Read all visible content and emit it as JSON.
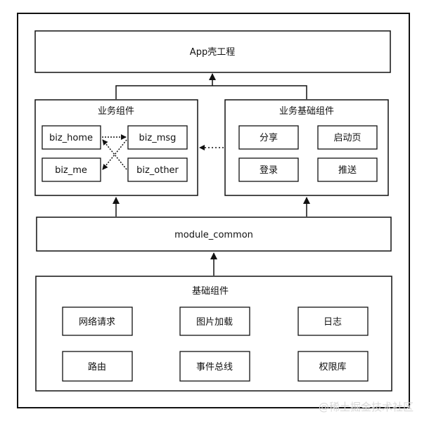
{
  "app_shell": "App壳工程",
  "business_group": {
    "title": "业务组件",
    "items": [
      "biz_home",
      "biz_msg",
      "biz_me",
      "biz_other"
    ]
  },
  "business_base_group": {
    "title": "业务基础组件",
    "items": [
      "分享",
      "启动页",
      "登录",
      "推送"
    ]
  },
  "module_common": "module_common",
  "base_group": {
    "title": "基础组件",
    "items": [
      "网络请求",
      "图片加载",
      "日志",
      "路由",
      "事件总线",
      "权限库"
    ]
  },
  "watermark": "@稀土掘金技术社区"
}
